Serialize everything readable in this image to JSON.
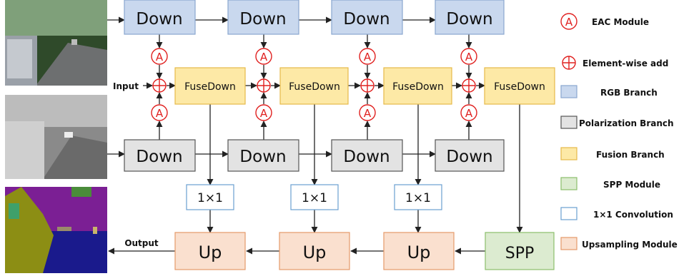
{
  "diagram": {
    "input_label": "Input",
    "output_label": "Output",
    "rgb_down_labels": [
      "Down",
      "Down",
      "Down",
      "Down"
    ],
    "pol_down_labels": [
      "Down",
      "Down",
      "Down",
      "Down"
    ],
    "fusedown_labels": [
      "FuseDown",
      "FuseDown",
      "FuseDown",
      "FuseDown"
    ],
    "conv_labels": [
      "1×1",
      "1×1",
      "1×1"
    ],
    "up_labels": [
      "Up",
      "Up",
      "Up"
    ],
    "spp_label": "SPP",
    "eac_symbol": "A"
  },
  "legend": {
    "items": [
      {
        "symbol": "eac",
        "label": "EAC Module"
      },
      {
        "symbol": "add",
        "label": "Element-wise add"
      },
      {
        "symbol": "rgb",
        "label": "RGB Branch"
      },
      {
        "symbol": "pol",
        "label": "Polarization Branch"
      },
      {
        "symbol": "fusion",
        "label": "Fusion Branch"
      },
      {
        "symbol": "spp",
        "label": "SPP Module"
      },
      {
        "symbol": "conv",
        "label": "1×1 Convolution"
      },
      {
        "symbol": "up",
        "label": "Upsampling Module"
      }
    ]
  },
  "colors": {
    "rgb_fill": "#c9d8ee",
    "rgb_stroke": "#8aa6cf",
    "pol_fill": "#e3e3e3",
    "pol_stroke": "#555555",
    "fusion_fill": "#fde9a6",
    "fusion_stroke": "#e6b94a",
    "spp_fill": "#dcebd0",
    "spp_stroke": "#8bbf6b",
    "conv_stroke": "#6a9fd0",
    "up_fill": "#fae0cf",
    "up_stroke": "#e49a6a",
    "eac_red": "#e0201f"
  }
}
